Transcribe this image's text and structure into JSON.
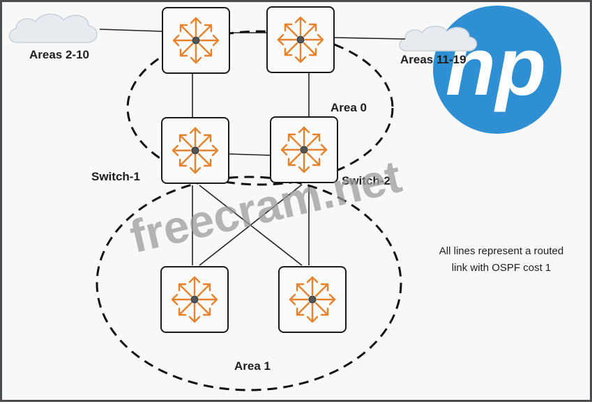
{
  "labels": {
    "areas_left": "Areas 2-10",
    "areas_right": "Areas 11-19",
    "area0": "Area 0",
    "area1": "Area 1",
    "switch1": "Switch-1",
    "switch2": "Switch-2"
  },
  "note": {
    "line1": "All lines represent a routed",
    "line2": "link with OSPF cost 1"
  },
  "watermark": "freecram.net",
  "logo": {
    "text": "hp",
    "color": "#2f8fd3"
  },
  "colors": {
    "router_arrow": "#e8822a",
    "link": "#222222",
    "cloud": "#dfe6ee"
  }
}
